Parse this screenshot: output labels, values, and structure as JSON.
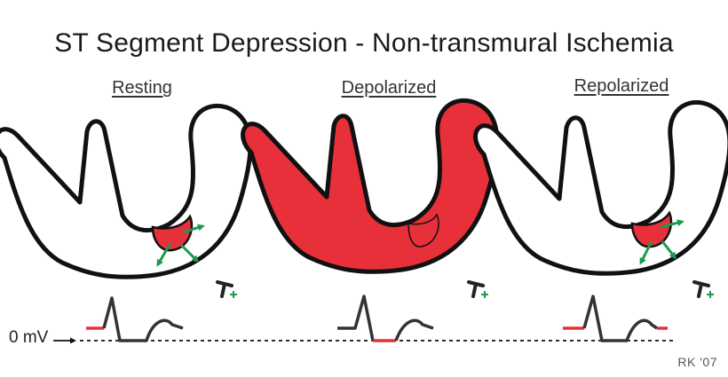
{
  "title": "ST Segment Depression - Non-transmural Ischemia",
  "panels": [
    {
      "label": "Resting"
    },
    {
      "label": "Depolarized"
    },
    {
      "label": "Repolarized"
    }
  ],
  "baseline_label": "0 mV",
  "credit": "RK '07",
  "colors": {
    "ischemia_red": "#e8303a",
    "current_arrow_green": "#1a9a4e",
    "outline": "#111111",
    "ecg_trace": "#333333"
  },
  "icons": {
    "electrode": "electrode-plus-icon",
    "arrow": "arrow-right-icon"
  }
}
